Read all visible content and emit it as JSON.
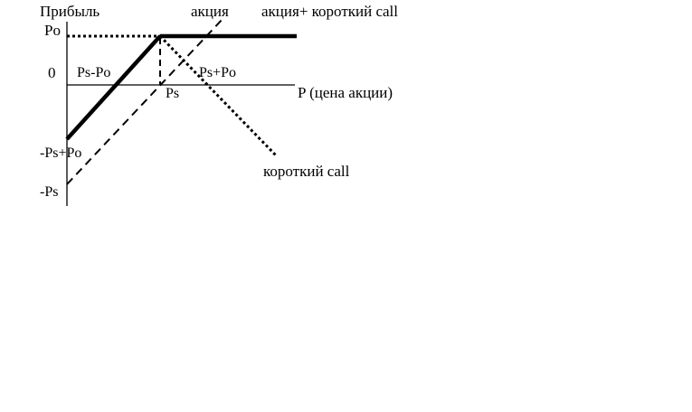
{
  "diagram": {
    "y_axis_label": "Прибыль",
    "x_axis_label": "P (цена акции)",
    "labels": {
      "stock": "акция",
      "stock_plus_short_call": "акция+ короткий call",
      "short_call": "короткий call"
    },
    "y_ticks": {
      "po": "Po",
      "zero": "0",
      "neg_ps_plus_po": "-Ps+Po",
      "neg_ps": "-Ps"
    },
    "x_ticks": {
      "ps_minus_po": "Ps-Po",
      "ps": "Ps",
      "ps_plus_po": "Ps+Po"
    },
    "line_styles": {
      "stock": "dashed",
      "short_call": "dotted",
      "stock_plus_short_call": "solid-bold"
    }
  }
}
